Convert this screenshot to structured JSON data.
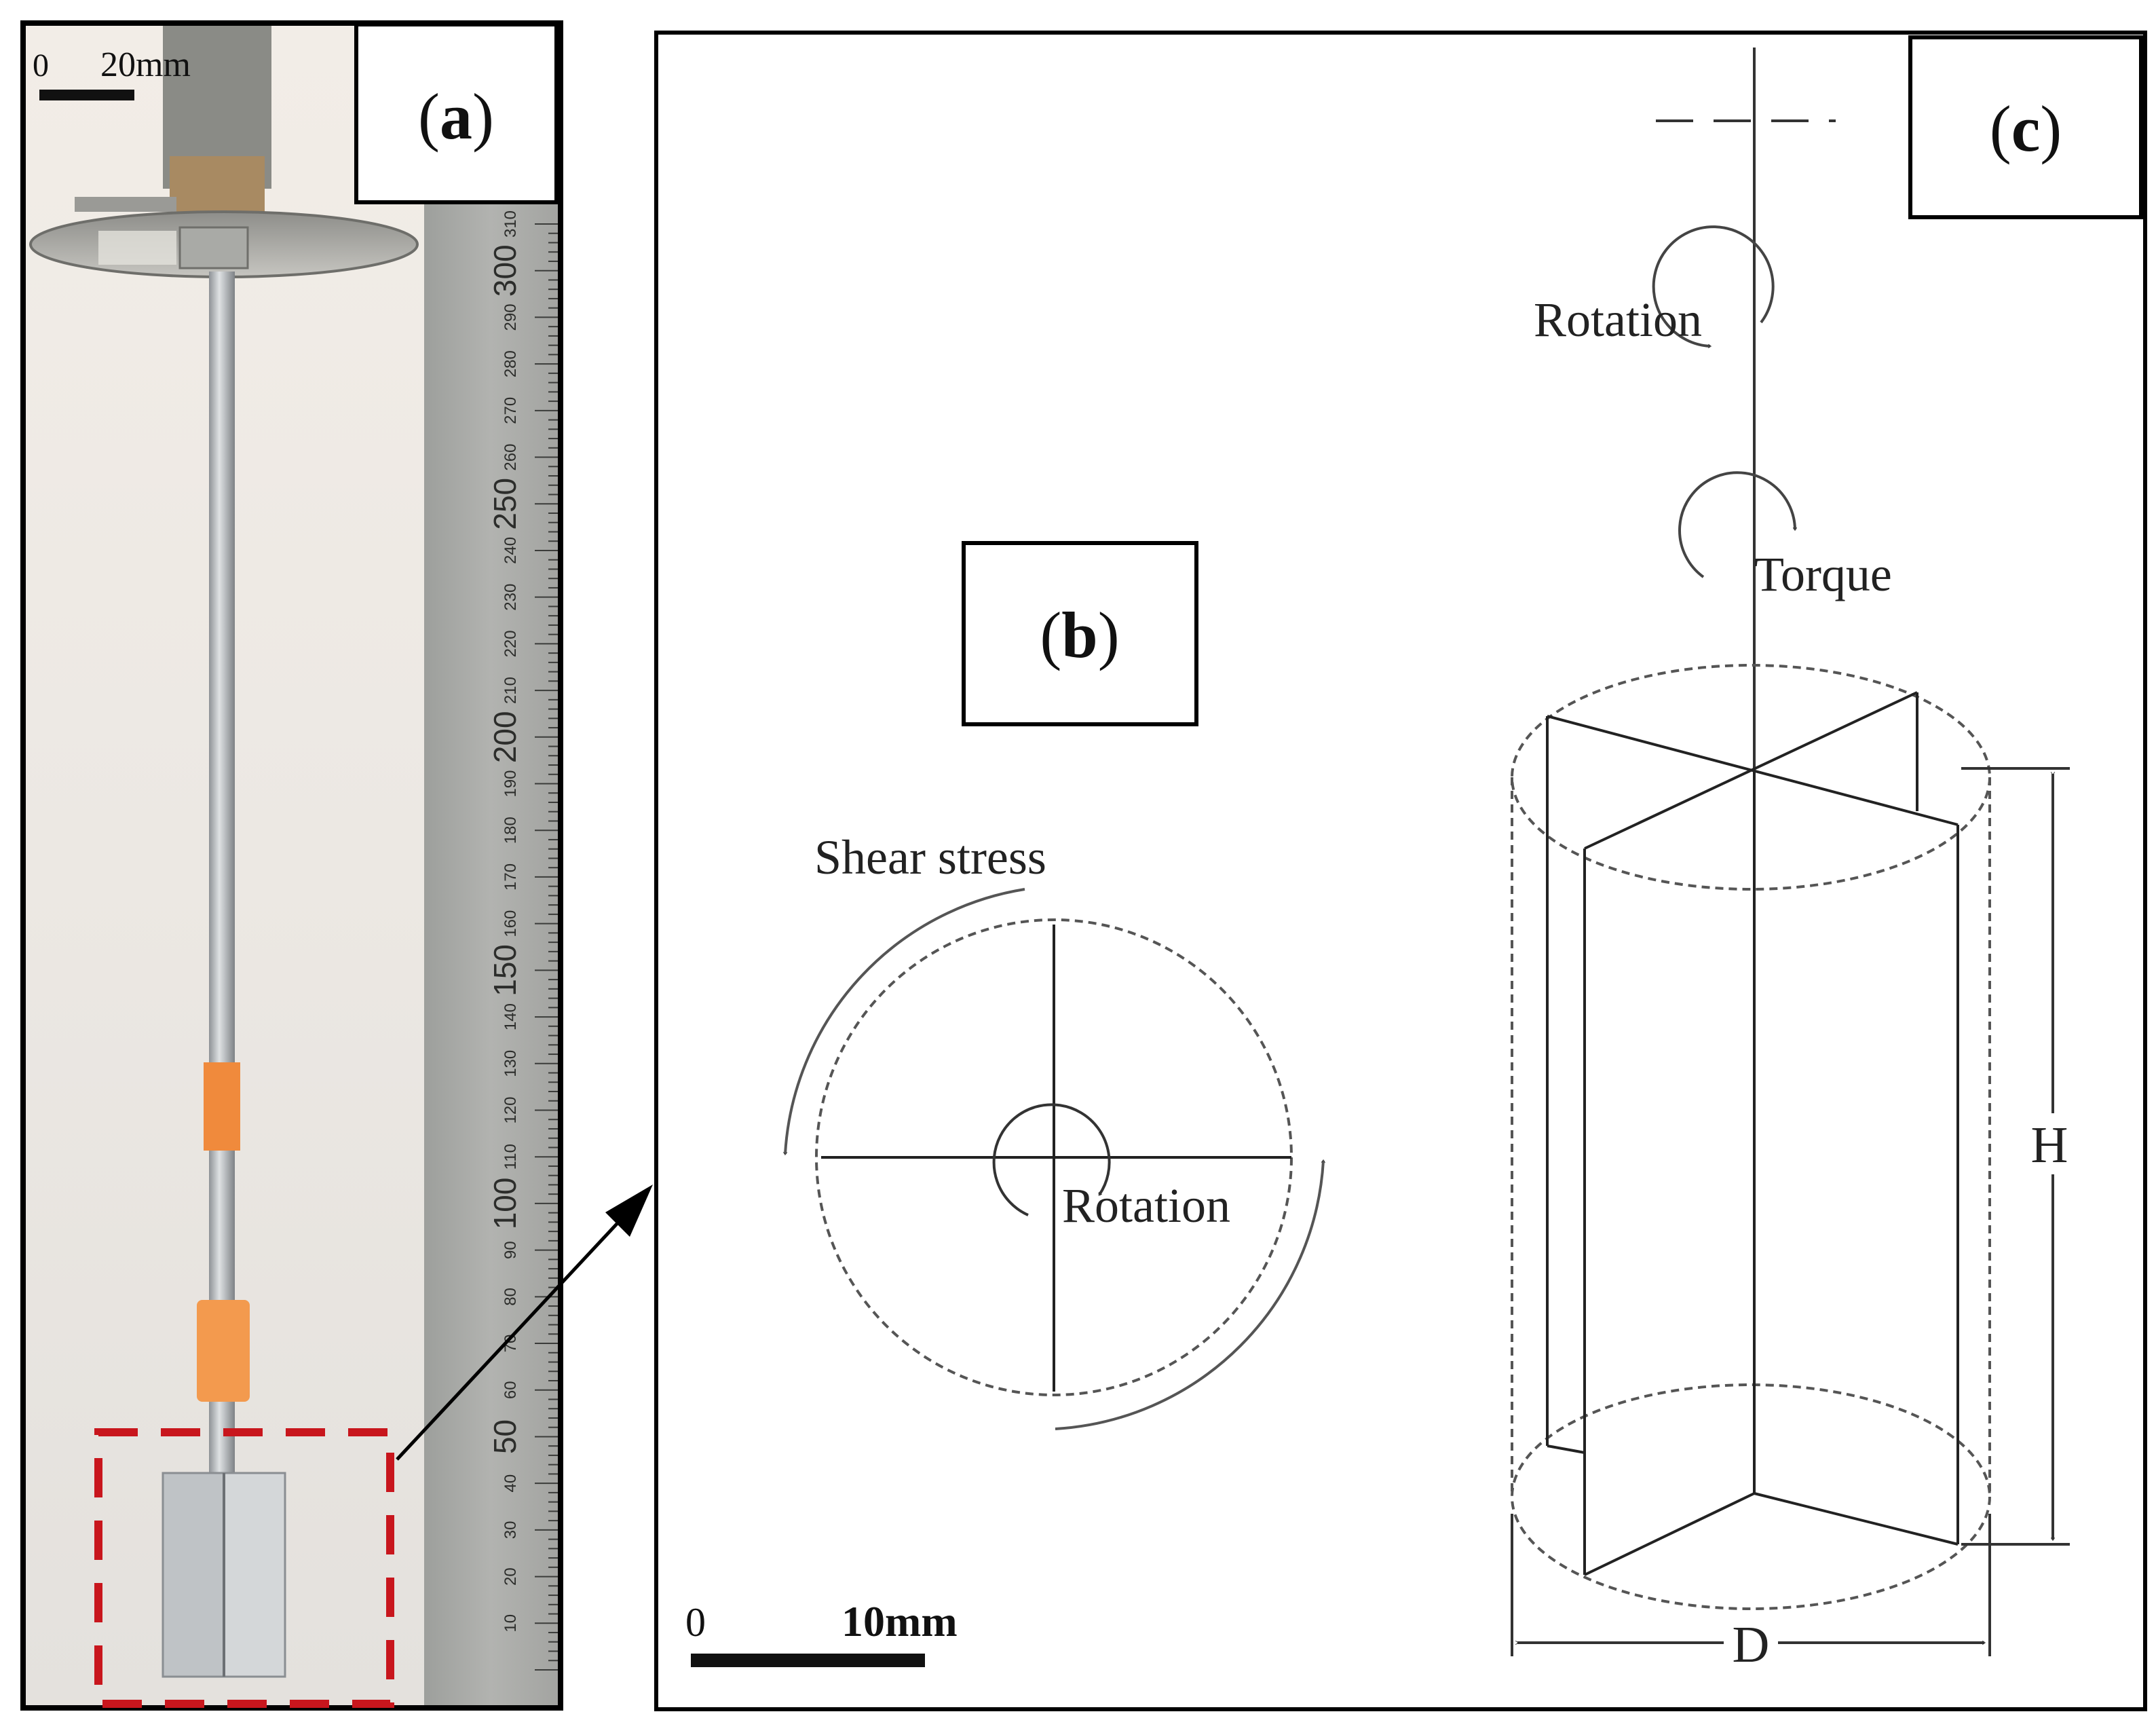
{
  "panel_a": {
    "label": "a",
    "scale_bar": {
      "start": "0",
      "end": "20mm"
    },
    "ruler": {
      "major_labels": [
        "300",
        "250",
        "200",
        "150",
        "100",
        "50"
      ],
      "minor_labels": [
        "310",
        "290",
        "280",
        "270",
        "260",
        "240",
        "230",
        "220",
        "210",
        "190",
        "180",
        "170",
        "160",
        "140",
        "130",
        "120",
        "110",
        "90",
        "80",
        "70",
        "60",
        "40",
        "30",
        "20",
        "10"
      ]
    }
  },
  "panel_b": {
    "label": "b",
    "shear_label": "Shear stress",
    "rotation_label": "Rotation"
  },
  "panel_c": {
    "label": "c",
    "rotation_label": "Rotation",
    "torque_label": "Torque",
    "height_label": "H",
    "diameter_label": "D"
  },
  "scale_bar_bc": {
    "start": "0",
    "end": "10mm"
  },
  "colors": {
    "ink": "#1a1a1a",
    "highlight": "#c8161d",
    "wall": "#ece9e4",
    "tape": "#f08a3c",
    "ruler": "#a8a9a6"
  }
}
